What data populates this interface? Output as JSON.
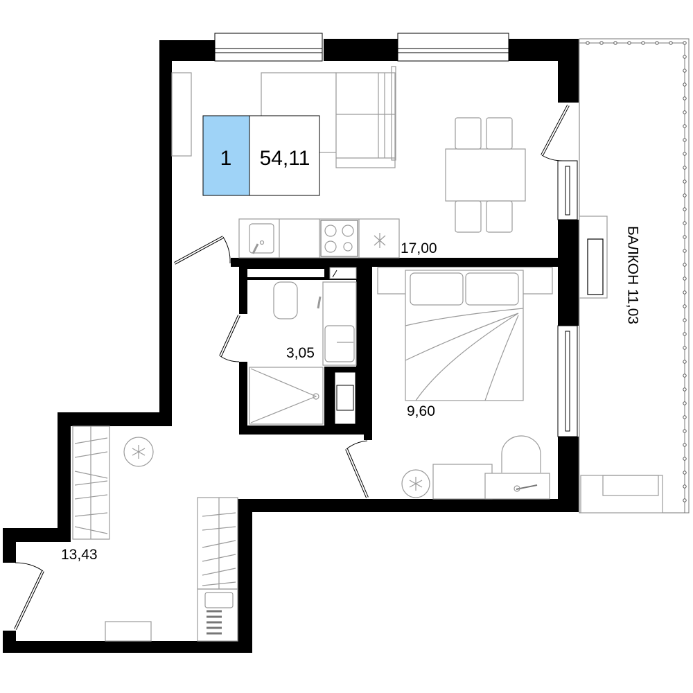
{
  "plan": {
    "unit_number": "1",
    "total_area": "54,11",
    "badge_color": "#9fd3f7",
    "rooms": {
      "living_kitchen": "17,00",
      "bathroom": "3,05",
      "bedroom": "9,60",
      "hallway": "13,43",
      "balcony": "БАЛКОН 11,03"
    }
  }
}
